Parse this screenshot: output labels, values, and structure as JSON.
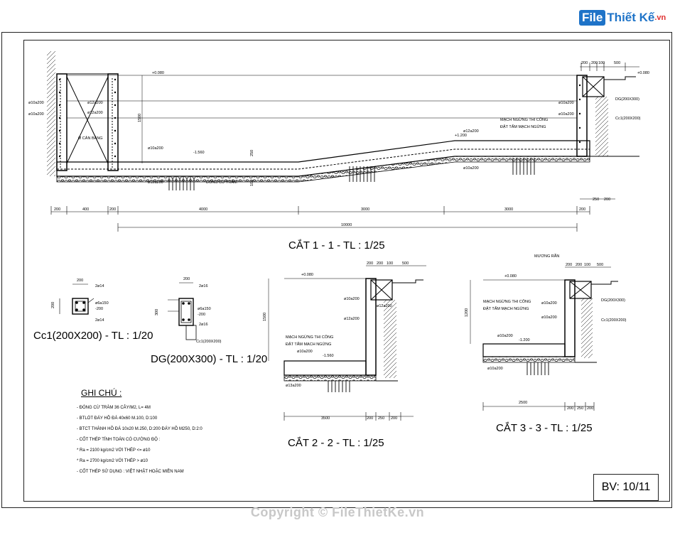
{
  "logo": {
    "mark": "File",
    "name": "Thiết Kế",
    "tld": ".vn"
  },
  "sections": {
    "s11": "CẮT 1 - 1 - TL : 1/25",
    "cc1": "Cc1(200X200) - TL : 1/20",
    "dg": "DG(200X300) - TL : 1/20",
    "s22": "CẮT 2 - 2 - TL : 1/25",
    "s33": "CẮT 3 - 3 - TL : 1/25"
  },
  "sheet": "BV: 10/11",
  "notes": {
    "title": "GHI CHÚ :",
    "items": [
      "-  ĐÓNG CỪ TRÀM 36 CÂY/M2, L= 4M",
      "-  BTLÓT ĐÁY HỒ ĐÁ 40x60 M.100, D:100",
      "-  BTCT THÀNH HỒ ĐÁ 10x20 M.250, D:200  ĐÁY HỒ M250, D:2:0",
      "-  CỐT THÉP TÍNH TOÁN CÓ CƯỜNG ĐỘ :",
      "      *  Ra = 2100 kg/cm2 VỚI THÉP <= ø10",
      "      *  Ra = 2700 kg/cm2 VỚI THÉP > ø10",
      "-  CỐT THÉP SỬ DỤNG : VIỆT NHẬT HOẶC MIỀN NAM"
    ]
  },
  "labels": {
    "s11": {
      "lv_top": "+0.080",
      "lv_mid": "+1.200",
      "lv_bot": "-1.560",
      "lv_right": "+0.080",
      "rebar1": "ø10a200",
      "rebar2": "ø10a200",
      "rebar3": "ø12a200",
      "rebar4": "ø12a200",
      "rebar5": "ø10a200",
      "rebar6": "ø12a200",
      "rebar7": "ø12a200",
      "rebar8": "ø10a200",
      "rebar9": "ø10a200",
      "rebar10": "ø10a200",
      "can_bang": "Ø CÂN BẰNG",
      "dong_cu": "ĐÓNG CỪ TRÀM",
      "mach1": "MẠCH NGỪNG THI CÔNG",
      "mach2": "ĐẶT TẤM MẠCH NGỪNG",
      "dg": "DG(200X300)",
      "cc": "Cc1(200X200)",
      "h1500": "1500",
      "h250": "250",
      "h100": "100",
      "d200a": "200",
      "d400": "400",
      "d200b": "200",
      "d4000": "4000",
      "d3000a": "3000",
      "d3000b": "3000",
      "d200c": "200",
      "d10000": "10000",
      "d250": "250",
      "d200d": "200",
      "top1": "200",
      "top2": "200",
      "top3": "100",
      "top4": "500"
    },
    "cc1": {
      "bar": "2ø14",
      "stir": "ø6a150",
      "stir2": "-200",
      "bar2": "2ø14",
      "w": "200",
      "h": "200"
    },
    "dg": {
      "bar": "2ø16",
      "stir": "ø6a150",
      "stir2": "-200",
      "bar2": "2ø16",
      "cc": "Cc1(200X200)",
      "w": "200",
      "h": "300"
    },
    "s22": {
      "lv_top": "+0.080",
      "lv_bot": "-1.560",
      "r1": "ø10a200",
      "r2": "ø12a200",
      "r3": "ø12a200",
      "r4": "ø10a200",
      "r5": "ø13a200",
      "m1": "MẠCH NGỪNG THI CÔNG",
      "m2": "ĐẶT TẤM MẠCH NGỪNG",
      "h1500": "1500",
      "d3500": "3500",
      "d200a": "200",
      "d250": "250",
      "d200b": "200",
      "t1": "200",
      "t2": "200",
      "t3": "100",
      "t4": "500"
    },
    "s33": {
      "lv_top": "+0.080",
      "lv_bot": "-1.200",
      "r1": "ø10a200",
      "r2": "ø10a200",
      "r3": "ø10a200",
      "r4": "ø10a200",
      "m1": "MẠCH NGỪNG THI CÔNG",
      "m2": "ĐẶT TẤM MẠCH NGỪNG",
      "muong": "MƯƠNG RÃN",
      "dg": "DG(200X300)",
      "cc": "Cc1(200X200)",
      "h1200": "1200",
      "d2500": "2500",
      "d200a": "200",
      "d250": "250",
      "d200b": "200",
      "t1": "200",
      "t2": "200",
      "t3": "100",
      "t4": "500"
    }
  },
  "copyright": "Copyright © FileThietKe.vn"
}
